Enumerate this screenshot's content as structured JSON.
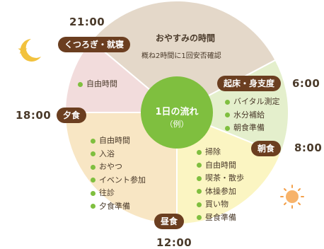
{
  "center": {
    "title": "1日の流れ",
    "subtitle": "（例）"
  },
  "times": {
    "t2100": "21:00",
    "t0600": "6:00",
    "t1800": "18:00",
    "t0800": "8:00",
    "t1200": "12:00"
  },
  "pills": {
    "bedtime": "くつろぎ・就寝",
    "wakeup": "起床・身支度",
    "dinner": "夕食",
    "breakfast": "朝食",
    "lunch": "昼食"
  },
  "sleep": {
    "title": "おやすみの時間",
    "note": "概ね2時間に1回安否確認"
  },
  "evening_items": [
    "自由時間"
  ],
  "morning_items": [
    "バイタル測定",
    "水分補給",
    "朝食準備"
  ],
  "afternoon_items": [
    "自由時間",
    "入浴",
    "おやつ",
    "イベント参加",
    "往診",
    "夕食準備"
  ],
  "late_morning_items": [
    "掃除",
    "自由時間",
    "喫茶・散歩",
    "体操参加",
    "買い物",
    "昼食準備"
  ],
  "colors": {
    "sleep": "#e4d8c9",
    "evening": "#f2dcdc",
    "morning": "#e4efcc",
    "afternoon": "#f8e6c4",
    "late_morning": "#fbf5c2",
    "center": "#7fbf3f",
    "pill": "#6b3e20",
    "bullet": "#7fbf3f"
  },
  "icons": {
    "moon": "moon-star-icon",
    "sun": "sun-icon"
  }
}
